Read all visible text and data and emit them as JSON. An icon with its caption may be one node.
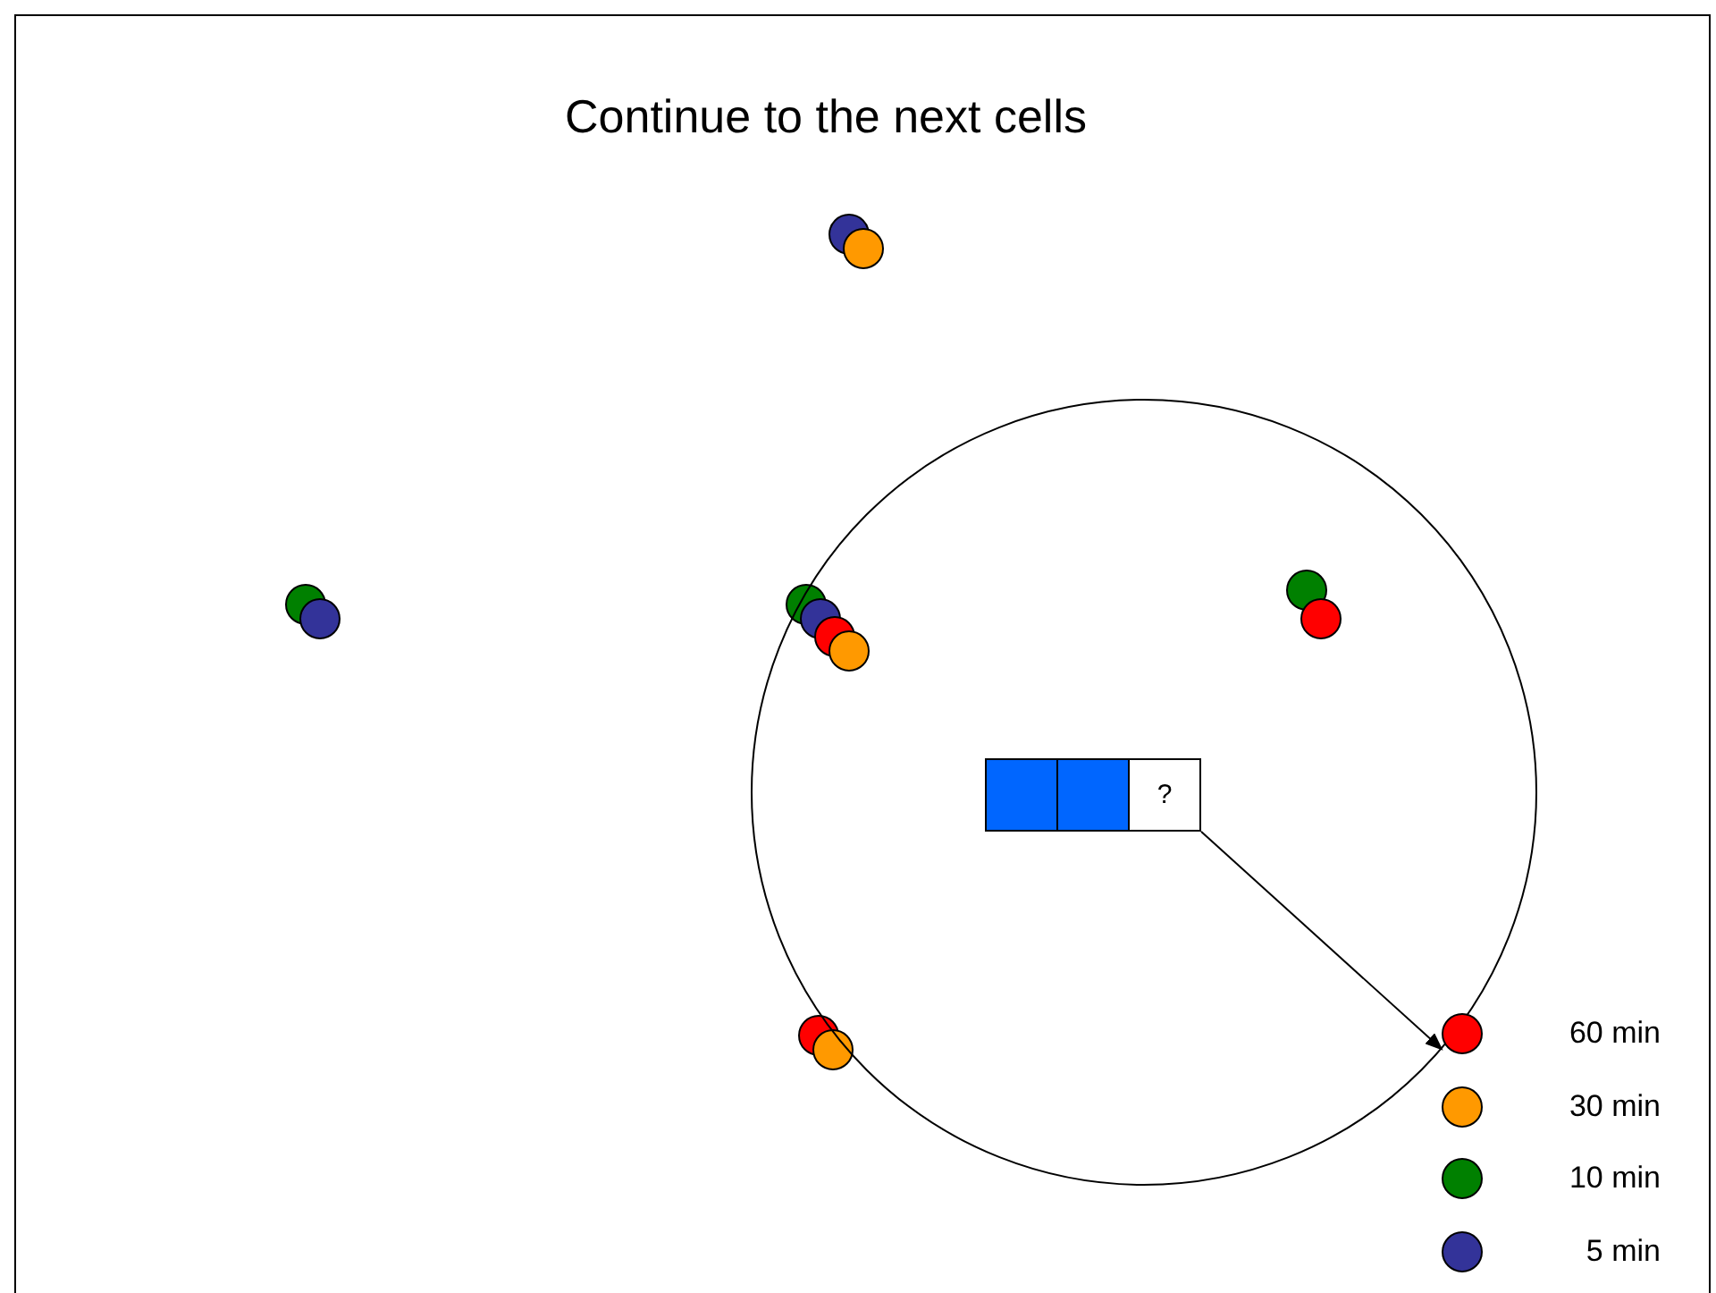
{
  "diagram": {
    "title": "Continue to the next cells",
    "nodes": [
      {
        "text": [],
        "shape": "circle"
      },
      {
        "text": [],
        "shape": "box",
        "in": 0
      },
      {
        "text": [],
        "shape": "box",
        "in": 0
      },
      {
        "text": [
          "?"
        ],
        "in": 0
      }
    ],
    "edges": [
      {
        "from": 3,
        "to": 0,
        "arrow": "to"
      }
    ],
    "legend": [
      {
        "text": "60 min",
        "color": "#ff0000"
      },
      {
        "text": "30 min",
        "color": "#ff9900"
      },
      {
        "text": "10 min",
        "color": "#008000"
      },
      {
        "text": "5 min",
        "color": "#333399"
      }
    ]
  }
}
